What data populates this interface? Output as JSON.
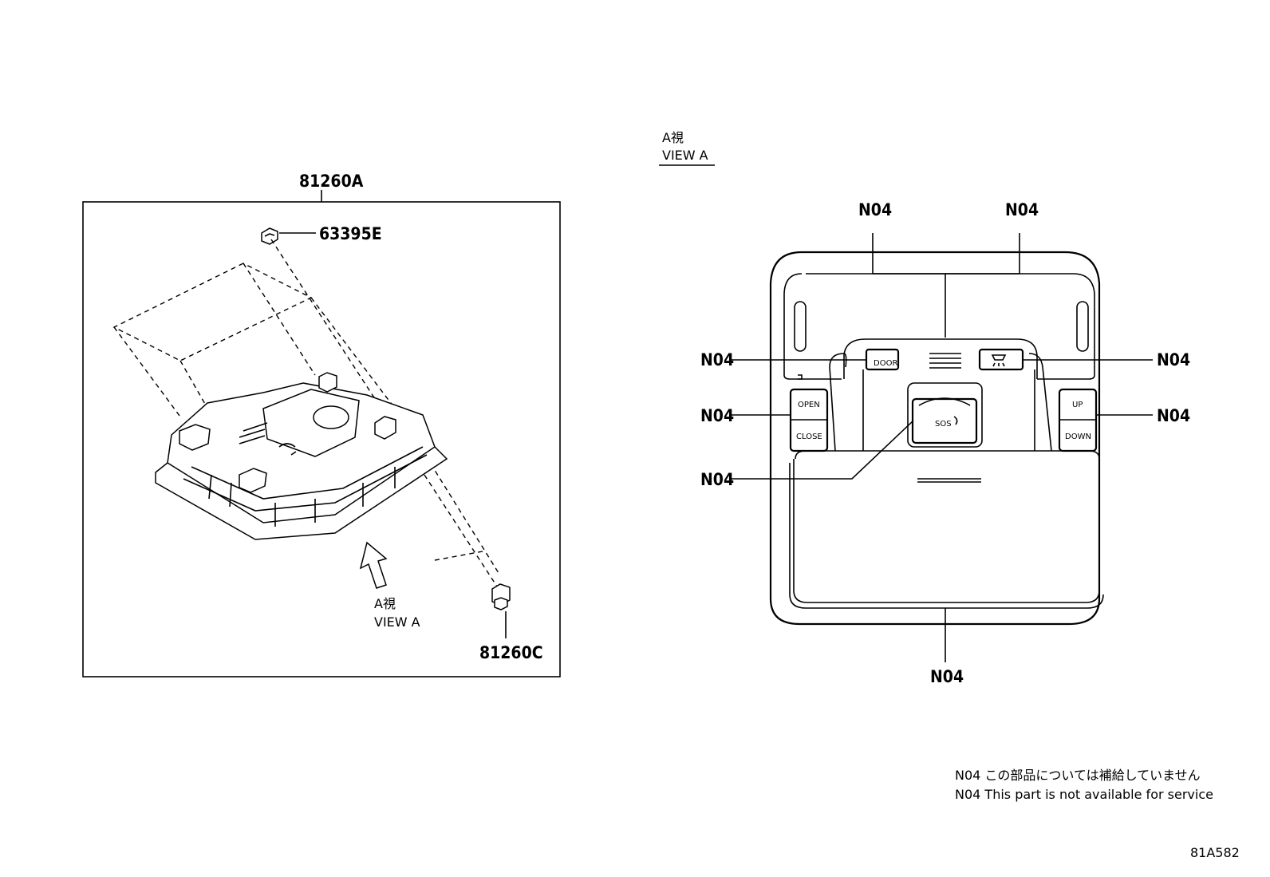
{
  "labels": {
    "assembly": "81260A",
    "clip": "63395E",
    "bulb": "81260C",
    "view_jp_left": "A視",
    "view_en_left": "VIEW A",
    "view_jp_right": "A視",
    "view_en_right": "VIEW A",
    "n04_top_left": "N04",
    "n04_top_right": "N04",
    "n04_left_upper": "N04",
    "n04_left_middle": "N04",
    "n04_left_lower": "N04",
    "n04_right_upper": "N04",
    "n04_right_middle": "N04",
    "n04_bottom": "N04"
  },
  "buttons": {
    "open": "OPEN",
    "close": "CLOSE",
    "up": "UP",
    "down": "DOWN",
    "door": "DOOR",
    "sos": "SOS"
  },
  "notes": {
    "jp": "N04 この部品については補給していません",
    "en": "N04 This part is not available for service"
  },
  "figure_code": "81A582",
  "icons": [
    "map-lamp-icon",
    "door-lamp-icon",
    "microphone-grille-icon",
    "arrow-view-icon"
  ]
}
